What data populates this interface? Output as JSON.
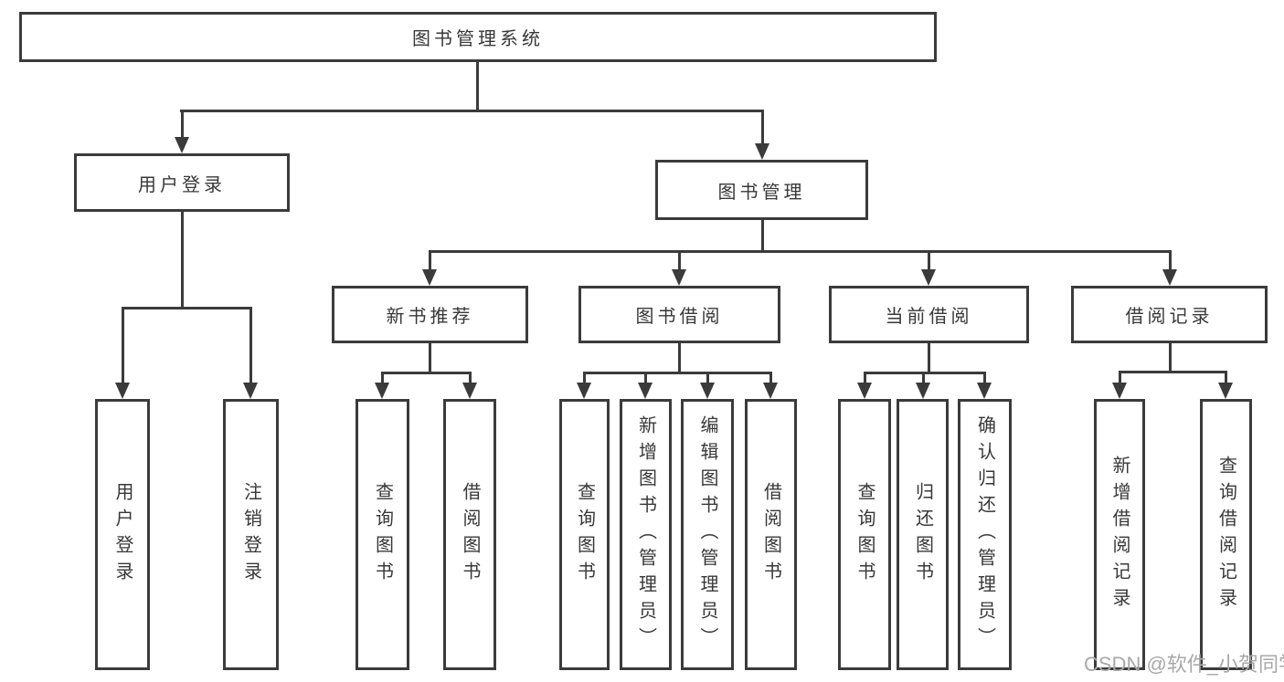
{
  "nodes": {
    "root": "图书管理系统",
    "user_login": "用户登录",
    "book_mgmt": "图书管理",
    "new_book": "新书推荐",
    "book_borrow": "图书借阅",
    "current_borrow": "当前借阅",
    "borrow_record": "借阅记录",
    "ul_user_login": "用户登录",
    "ul_logout": "注销登录",
    "nb_query_book": "查询图书",
    "nb_borrow_book": "借阅图书",
    "bb_query_book": "查询图书",
    "bb_add_book": "新增图书（管理员）",
    "bb_edit_book": "编辑图书（管理员）",
    "bb_borrow_book": "借阅图书",
    "cb_query_book": "查询图书",
    "cb_return_book": "归还图书",
    "cb_confirm_return": "确认归还（管理员）",
    "br_add_record": "新增借阅记录",
    "br_query_record": "查询借阅记录"
  },
  "hierarchy": {
    "图书管理系统": {
      "用户登录": [
        "用户登录",
        "注销登录"
      ],
      "图书管理": {
        "新书推荐": [
          "查询图书",
          "借阅图书"
        ],
        "图书借阅": [
          "查询图书",
          "新增图书（管理员）",
          "编辑图书（管理员）",
          "借阅图书"
        ],
        "当前借阅": [
          "查询图书",
          "归还图书",
          "确认归还（管理员）"
        ],
        "借阅记录": [
          "新增借阅记录",
          "查询借阅记录"
        ]
      }
    }
  },
  "watermark": "CSDN @软件_小贺同学",
  "colors": {
    "line": "#3b3b3b",
    "text": "#383838",
    "node_bg": "#ffffff",
    "background": "#ffffff",
    "watermark": "#a8a8a8"
  }
}
